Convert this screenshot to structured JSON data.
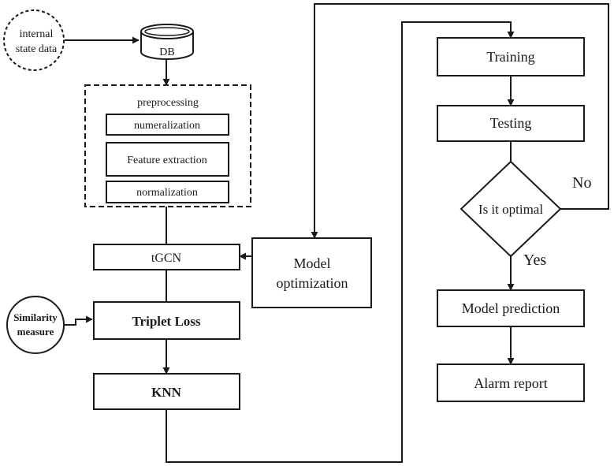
{
  "nodes": {
    "internal_state": {
      "line1": "internal",
      "line2": "state data"
    },
    "db": {
      "label": "DB"
    },
    "preprocessing": {
      "title": "preprocessing",
      "numeralization": "numeralization",
      "feature_extraction": "Feature extraction",
      "normalization": "normalization"
    },
    "tgcn": {
      "label": "tGCN"
    },
    "model_optimization": {
      "line1": "Model",
      "line2": "optimization"
    },
    "similarity": {
      "line1": "Similarity",
      "line2": "measure"
    },
    "triplet_loss": {
      "label": "Triplet Loss"
    },
    "knn": {
      "label": "KNN"
    },
    "training": {
      "label": "Training"
    },
    "testing": {
      "label": "Testing"
    },
    "decision": {
      "label": "Is it optimal"
    },
    "model_prediction": {
      "label": "Model prediction"
    },
    "alarm_report": {
      "label": "Alarm report"
    }
  },
  "edges": {
    "no_label": "No",
    "yes_label": "Yes"
  },
  "colors": {
    "stroke": "#1a1a1a",
    "background": "#ffffff"
  }
}
